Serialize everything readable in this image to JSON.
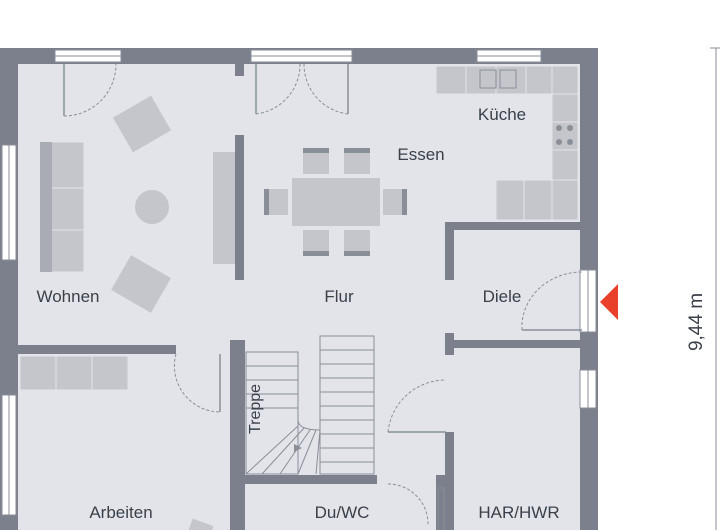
{
  "plan": {
    "rooms": {
      "kueche": "Küche",
      "essen": "Essen",
      "wohnen": "Wohnen",
      "flur": "Flur",
      "diele": "Diele",
      "treppe": "Treppe",
      "arbeiten": "Arbeiten",
      "duwc": "Du/WC",
      "harhwr": "HAR/HWR"
    },
    "dimension": "9,44 m",
    "colors": {
      "floor": "#e3e4ea",
      "wall": "#7c808c",
      "furniture": "#c4c6cc",
      "line": "#8a8e99",
      "entrance": "#e8402a"
    }
  }
}
